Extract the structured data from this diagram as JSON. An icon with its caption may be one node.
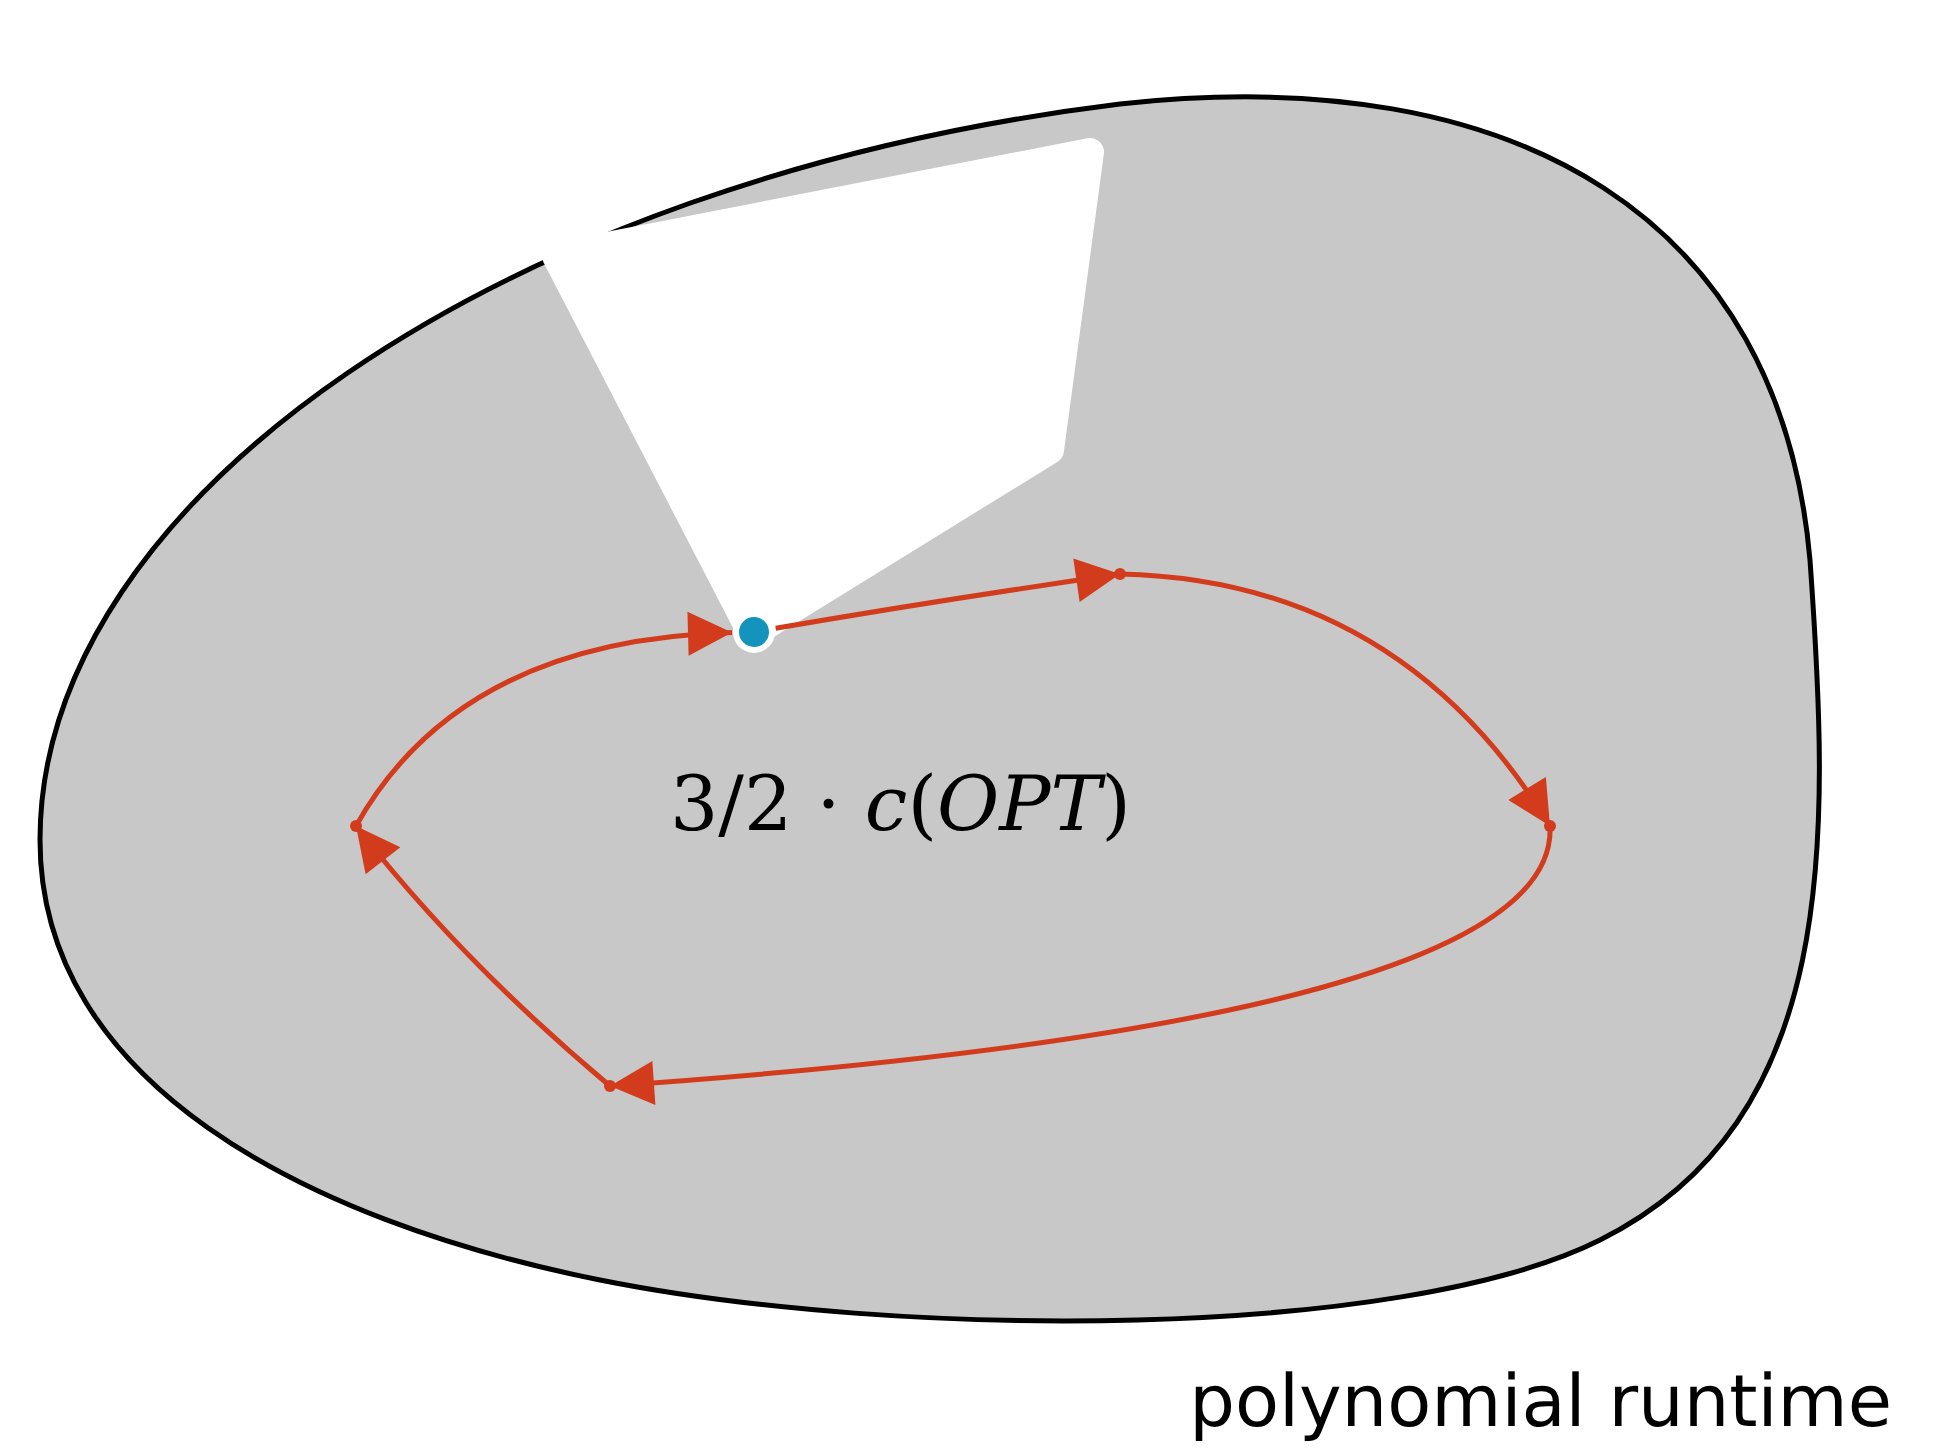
{
  "diagram": {
    "nodes": [
      {
        "text": [
          "polynomial runtime"
        ]
      },
      {
        "text": [],
        "shape": "polygon",
        "in": 0
      },
      {
        "text": [],
        "shape": "circle",
        "in": 0
      },
      {
        "text": [],
        "shape": "point",
        "in": 0
      },
      {
        "text": [],
        "shape": "point",
        "in": 0
      },
      {
        "text": [],
        "shape": "point",
        "in": 0
      },
      {
        "text": [],
        "shape": "point",
        "in": 0
      }
    ],
    "edges": [
      {
        "from": 2,
        "to": 3,
        "arrow": "to"
      },
      {
        "from": 3,
        "to": 4,
        "arrow": "to"
      },
      {
        "from": 4,
        "to": 5,
        "arrow": "to"
      },
      {
        "from": 5,
        "to": 6,
        "arrow": "to"
      },
      {
        "from": 6,
        "to": 2,
        "arrow": "to"
      }
    ],
    "labels": [
      "3/2 · *c*(*OPT*)"
    ]
  }
}
